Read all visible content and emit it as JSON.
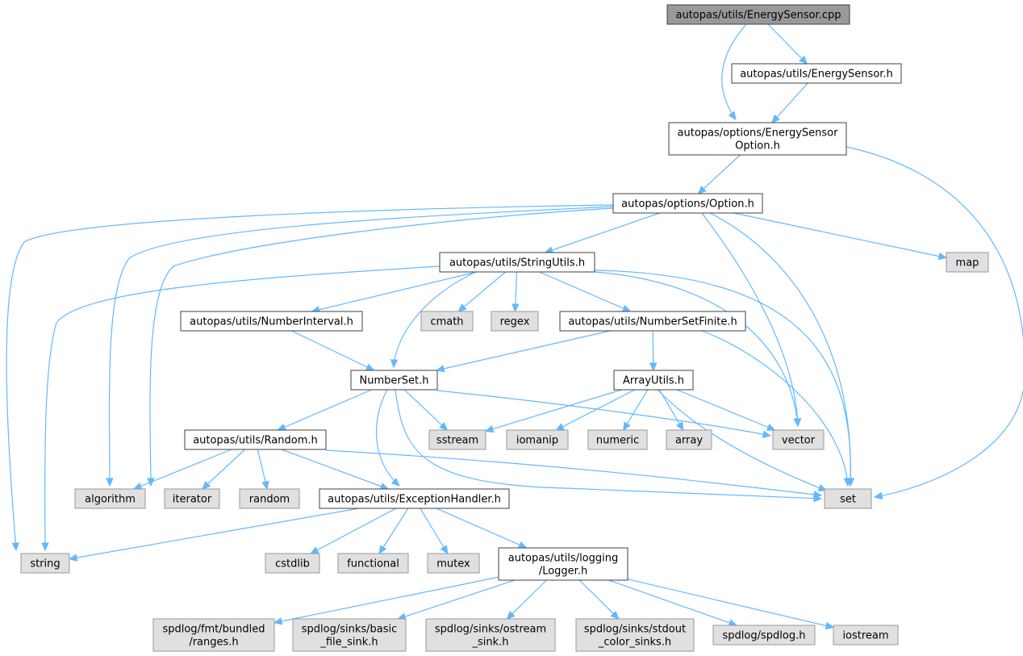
{
  "colors": {
    "root_fill": "#999999",
    "internal_fill": "#ffffff",
    "external_fill": "#e0e0e0",
    "border_internal": "#404040",
    "border_external": "#999999",
    "edge": "#63b8ff"
  },
  "nodes": [
    {
      "id": "energysensor_cpp",
      "kind": "root",
      "lines": [
        "autopas/utils/EnergySensor.cpp"
      ]
    },
    {
      "id": "energysensor_h",
      "kind": "internal",
      "lines": [
        "autopas/utils/EnergySensor.h"
      ]
    },
    {
      "id": "energysensoroption_h",
      "kind": "internal",
      "lines": [
        "autopas/options/EnergySensor",
        "Option.h"
      ]
    },
    {
      "id": "option_h",
      "kind": "internal",
      "lines": [
        "autopas/options/Option.h"
      ]
    },
    {
      "id": "map",
      "kind": "external",
      "lines": [
        "map"
      ]
    },
    {
      "id": "stringutils_h",
      "kind": "internal",
      "lines": [
        "autopas/utils/StringUtils.h"
      ]
    },
    {
      "id": "numberinterval_h",
      "kind": "internal",
      "lines": [
        "autopas/utils/NumberInterval.h"
      ]
    },
    {
      "id": "cmath",
      "kind": "external",
      "lines": [
        "cmath"
      ]
    },
    {
      "id": "regex",
      "kind": "external",
      "lines": [
        "regex"
      ]
    },
    {
      "id": "numbersetfinite_h",
      "kind": "internal",
      "lines": [
        "autopas/utils/NumberSetFinite.h"
      ]
    },
    {
      "id": "numberset_h",
      "kind": "internal",
      "lines": [
        "NumberSet.h"
      ]
    },
    {
      "id": "arrayutils_h",
      "kind": "internal",
      "lines": [
        "ArrayUtils.h"
      ]
    },
    {
      "id": "random_h",
      "kind": "internal",
      "lines": [
        "autopas/utils/Random.h"
      ]
    },
    {
      "id": "sstream",
      "kind": "external",
      "lines": [
        "sstream"
      ]
    },
    {
      "id": "iomanip",
      "kind": "external",
      "lines": [
        "iomanip"
      ]
    },
    {
      "id": "numeric",
      "kind": "external",
      "lines": [
        "numeric"
      ]
    },
    {
      "id": "array",
      "kind": "external",
      "lines": [
        "array"
      ]
    },
    {
      "id": "vector",
      "kind": "external",
      "lines": [
        "vector"
      ]
    },
    {
      "id": "algorithm",
      "kind": "external",
      "lines": [
        "algorithm"
      ]
    },
    {
      "id": "iterator",
      "kind": "external",
      "lines": [
        "iterator"
      ]
    },
    {
      "id": "random",
      "kind": "external",
      "lines": [
        "random"
      ]
    },
    {
      "id": "exceptionhandler_h",
      "kind": "internal",
      "lines": [
        "autopas/utils/ExceptionHandler.h"
      ]
    },
    {
      "id": "set",
      "kind": "external",
      "lines": [
        "set"
      ]
    },
    {
      "id": "string",
      "kind": "external",
      "lines": [
        "string"
      ]
    },
    {
      "id": "cstdlib",
      "kind": "external",
      "lines": [
        "cstdlib"
      ]
    },
    {
      "id": "functional",
      "kind": "external",
      "lines": [
        "functional"
      ]
    },
    {
      "id": "mutex",
      "kind": "external",
      "lines": [
        "mutex"
      ]
    },
    {
      "id": "logger_h",
      "kind": "internal",
      "lines": [
        "autopas/utils/logging",
        "/Logger.h"
      ]
    },
    {
      "id": "fmt_ranges_h",
      "kind": "external",
      "lines": [
        "spdlog/fmt/bundled",
        "/ranges.h"
      ]
    },
    {
      "id": "basic_file_sink_h",
      "kind": "external",
      "lines": [
        "spdlog/sinks/basic",
        "_file_sink.h"
      ]
    },
    {
      "id": "ostream_sink_h",
      "kind": "external",
      "lines": [
        "spdlog/sinks/ostream",
        "_sink.h"
      ]
    },
    {
      "id": "stdout_color_sinks_h",
      "kind": "external",
      "lines": [
        "spdlog/sinks/stdout",
        "_color_sinks.h"
      ]
    },
    {
      "id": "spdlog_h",
      "kind": "external",
      "lines": [
        "spdlog/spdlog.h"
      ]
    },
    {
      "id": "iostream",
      "kind": "external",
      "lines": [
        "iostream"
      ]
    }
  ],
  "edges": [
    {
      "from": "energysensor_cpp",
      "to": "energysensor_h"
    },
    {
      "from": "energysensor_cpp",
      "to": "energysensoroption_h"
    },
    {
      "from": "energysensor_h",
      "to": "energysensoroption_h"
    },
    {
      "from": "energysensoroption_h",
      "to": "option_h"
    },
    {
      "from": "energysensoroption_h",
      "to": "set"
    },
    {
      "from": "option_h",
      "to": "map"
    },
    {
      "from": "option_h",
      "to": "stringutils_h"
    },
    {
      "from": "option_h",
      "to": "vector"
    },
    {
      "from": "option_h",
      "to": "set"
    },
    {
      "from": "option_h",
      "to": "algorithm"
    },
    {
      "from": "option_h",
      "to": "iterator"
    },
    {
      "from": "option_h",
      "to": "string"
    },
    {
      "from": "stringutils_h",
      "to": "numberinterval_h"
    },
    {
      "from": "stringutils_h",
      "to": "cmath"
    },
    {
      "from": "stringutils_h",
      "to": "regex"
    },
    {
      "from": "stringutils_h",
      "to": "numbersetfinite_h"
    },
    {
      "from": "stringutils_h",
      "to": "numberset_h"
    },
    {
      "from": "stringutils_h",
      "to": "vector"
    },
    {
      "from": "stringutils_h",
      "to": "set"
    },
    {
      "from": "stringutils_h",
      "to": "string"
    },
    {
      "from": "numberinterval_h",
      "to": "numberset_h"
    },
    {
      "from": "numbersetfinite_h",
      "to": "numberset_h"
    },
    {
      "from": "numbersetfinite_h",
      "to": "arrayutils_h"
    },
    {
      "from": "numbersetfinite_h",
      "to": "set"
    },
    {
      "from": "numberset_h",
      "to": "random_h"
    },
    {
      "from": "numberset_h",
      "to": "sstream"
    },
    {
      "from": "numberset_h",
      "to": "vector"
    },
    {
      "from": "numberset_h",
      "to": "exceptionhandler_h"
    },
    {
      "from": "numberset_h",
      "to": "set"
    },
    {
      "from": "arrayutils_h",
      "to": "sstream"
    },
    {
      "from": "arrayutils_h",
      "to": "iomanip"
    },
    {
      "from": "arrayutils_h",
      "to": "numeric"
    },
    {
      "from": "arrayutils_h",
      "to": "array"
    },
    {
      "from": "arrayutils_h",
      "to": "vector"
    },
    {
      "from": "arrayutils_h",
      "to": "set"
    },
    {
      "from": "random_h",
      "to": "algorithm"
    },
    {
      "from": "random_h",
      "to": "iterator"
    },
    {
      "from": "random_h",
      "to": "random"
    },
    {
      "from": "random_h",
      "to": "exceptionhandler_h"
    },
    {
      "from": "random_h",
      "to": "set"
    },
    {
      "from": "exceptionhandler_h",
      "to": "string"
    },
    {
      "from": "exceptionhandler_h",
      "to": "cstdlib"
    },
    {
      "from": "exceptionhandler_h",
      "to": "functional"
    },
    {
      "from": "exceptionhandler_h",
      "to": "mutex"
    },
    {
      "from": "exceptionhandler_h",
      "to": "logger_h"
    },
    {
      "from": "logger_h",
      "to": "fmt_ranges_h"
    },
    {
      "from": "logger_h",
      "to": "basic_file_sink_h"
    },
    {
      "from": "logger_h",
      "to": "ostream_sink_h"
    },
    {
      "from": "logger_h",
      "to": "stdout_color_sinks_h"
    },
    {
      "from": "logger_h",
      "to": "spdlog_h"
    },
    {
      "from": "logger_h",
      "to": "iostream"
    }
  ]
}
